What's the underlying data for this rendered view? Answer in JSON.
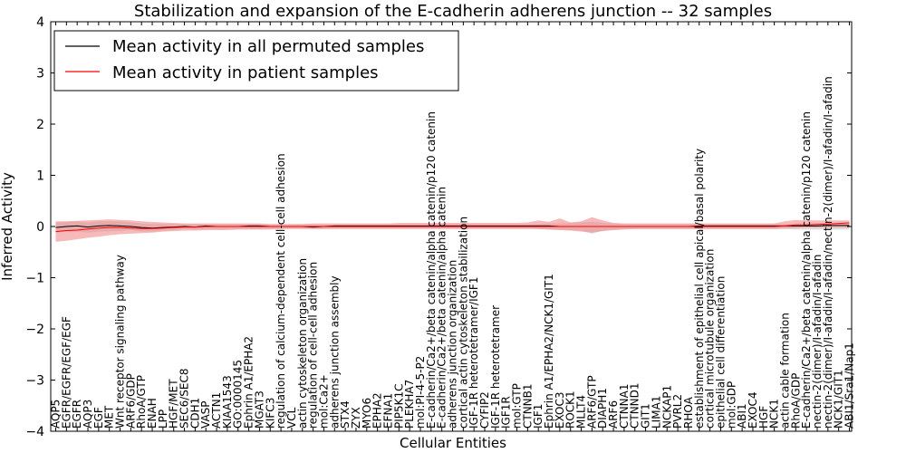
{
  "chart_data": {
    "type": "line",
    "title": "Stabilization and expansion of the E-cadherin adherens junction -- 32 samples",
    "xlabel": "Cellular Entities",
    "ylabel": "Inferred Activity",
    "ylim": [
      -4,
      4
    ],
    "yticks": [
      "−4",
      "−3",
      "−2",
      "−1",
      "0",
      "1",
      "2",
      "3",
      "4"
    ],
    "grid": false,
    "legend_position": "top-left",
    "categories": [
      "AQP5",
      "EGFR/EGFR/EGF/EGF",
      "EGFR",
      "AQP3",
      "EGF",
      "MET",
      "Wnt receptor signaling pathway",
      "ARF6/GDP",
      "RhoA/GTP",
      "ENAH",
      "LPP",
      "HGF/MET",
      "SEC6/SEC8",
      "CDH1",
      "VASP",
      "ACTN1",
      "KIAA1543",
      "GO:0000145",
      "Ephrin A1/EPHA2",
      "MGAT3",
      "KIFC3",
      "regulation of calcium-dependent cell-cell adhesion",
      "VCL",
      "actin cytoskeleton organization",
      "regulation of cell-cell adhesion",
      "mol:Ca2+",
      "adherens junction assembly",
      "STX4",
      "ZYX",
      "MYO6",
      "EPHA2",
      "EFNA1",
      "PIP5K1C",
      "PLEKHA7",
      "mol:PI-4-5-P2",
      "E-cadherin/Ca2+/beta catenin/alpha catenin/p120 catenin",
      "E-cadherin/Ca2+/beta catenin/alpha catenin",
      "adherens junction organization",
      "cortical actin cytoskeleton stabilization",
      "IGF-1R heterotetramer/IGF1",
      "CYFIP2",
      "IGF-1R heterotetramer",
      "IGF1R",
      "mol:GTP",
      "CTNNB1",
      "IGF1",
      "Ephrin A1/EPHA2/NCK1/GIT1",
      "EXOC3",
      "ROCK1",
      "MLLT4",
      "ARF6/GTP",
      "DIAPH1",
      "ARF6",
      "CTNNA1",
      "CTNND1",
      "GIT1",
      "LIMA1",
      "NCKAP1",
      "PVRL2",
      "RHOA",
      "establishment of epithelial cell apical/basal polarity",
      "cortical microtubule organization",
      "epithelial cell differentiation",
      "mol:GDP",
      "ABI1",
      "EXOC4",
      "HGF",
      "NCK1",
      "actin cable formation",
      "RhoA/GDP",
      "E-cadherin/Ca2+/beta catenin/alpha catenin/p120 catenin",
      "nectin-2(dimer)/I-afadin/I-afadin",
      "nectin-2(dimer)/I-afadin/I-afadin/nectin-2(dimer)/I-afadin/I-afadin",
      "NCK1/GIT1",
      "ABI1/Sra1/Nap1"
    ],
    "series": [
      {
        "name": "Mean activity in all permuted samples",
        "color": "#000000",
        "band_color": "#bbbbbb",
        "values": [
          -0.02,
          0.0,
          0.01,
          -0.01,
          0.01,
          0.02,
          0.01,
          0.0,
          -0.02,
          -0.03,
          -0.02,
          -0.01,
          0.0,
          -0.01,
          0.01,
          0.0,
          0.0,
          0.0,
          0.01,
          0.01,
          0.0,
          0.0,
          0.0,
          0.0,
          -0.01,
          0.0,
          0.01,
          0.01,
          0.01,
          0.01,
          0.01,
          0.01,
          0.01,
          0.01,
          0.01,
          0.01,
          0.01,
          0.01,
          0.01,
          0.01,
          0.01,
          0.01,
          0.01,
          0.01,
          0.01,
          0.01,
          0.01,
          0.0,
          0.0,
          0.0,
          0.0,
          0.0,
          0.0,
          0.0,
          0.0,
          0.0,
          0.0,
          0.0,
          0.0,
          0.0,
          0.01,
          0.01,
          0.01,
          0.01,
          0.01,
          0.01,
          0.01,
          0.01,
          0.01,
          0.01,
          0.01,
          0.01,
          0.02,
          0.02,
          0.02
        ],
        "lower": [
          -0.12,
          -0.1,
          -0.1,
          -0.12,
          -0.1,
          -0.09,
          -0.09,
          -0.07,
          -0.1,
          -0.1,
          -0.08,
          -0.07,
          -0.05,
          -0.06,
          -0.05,
          -0.05,
          -0.05,
          -0.05,
          -0.05,
          -0.05,
          -0.04,
          -0.04,
          -0.04,
          -0.04,
          -0.05,
          -0.05,
          -0.04,
          -0.04,
          -0.04,
          -0.04,
          -0.04,
          -0.04,
          -0.04,
          -0.04,
          -0.04,
          -0.04,
          -0.04,
          -0.04,
          -0.04,
          -0.04,
          -0.04,
          -0.04,
          -0.04,
          -0.04,
          -0.04,
          -0.05,
          -0.06,
          -0.06,
          -0.07,
          -0.08,
          -0.14,
          -0.08,
          -0.06,
          -0.05,
          -0.05,
          -0.05,
          -0.05,
          -0.05,
          -0.05,
          -0.05,
          -0.05,
          -0.05,
          -0.05,
          -0.05,
          -0.05,
          -0.05,
          -0.05,
          -0.05,
          -0.05,
          -0.06,
          -0.06,
          -0.06,
          -0.06,
          -0.06,
          -0.06
        ],
        "upper": [
          0.08,
          0.09,
          0.1,
          0.08,
          0.1,
          0.1,
          0.1,
          0.08,
          0.06,
          0.05,
          0.05,
          0.05,
          0.05,
          0.05,
          0.05,
          0.05,
          0.05,
          0.05,
          0.05,
          0.05,
          0.04,
          0.04,
          0.04,
          0.04,
          0.04,
          0.04,
          0.04,
          0.04,
          0.04,
          0.04,
          0.04,
          0.04,
          0.04,
          0.04,
          0.04,
          0.04,
          0.04,
          0.04,
          0.04,
          0.04,
          0.04,
          0.04,
          0.04,
          0.04,
          0.04,
          0.05,
          0.06,
          0.06,
          0.07,
          0.08,
          0.09,
          0.07,
          0.06,
          0.05,
          0.05,
          0.05,
          0.05,
          0.05,
          0.05,
          0.05,
          0.05,
          0.05,
          0.05,
          0.05,
          0.05,
          0.05,
          0.05,
          0.05,
          0.05,
          0.06,
          0.06,
          0.06,
          0.06,
          0.06,
          0.06
        ]
      },
      {
        "name": "Mean activity in patient samples",
        "color": "#ff0000",
        "band_color": "#f08080",
        "values": [
          -0.1,
          -0.08,
          -0.07,
          -0.05,
          -0.03,
          -0.02,
          -0.02,
          -0.03,
          -0.04,
          -0.04,
          -0.03,
          -0.02,
          -0.01,
          -0.01,
          0.0,
          0.0,
          0.0,
          0.0,
          0.0,
          0.0,
          0.0,
          0.0,
          0.0,
          0.0,
          0.0,
          0.0,
          0.0,
          0.0,
          0.0,
          0.0,
          0.0,
          0.0,
          0.0,
          0.0,
          0.0,
          0.0,
          0.0,
          0.0,
          0.0,
          0.0,
          0.0,
          0.0,
          0.0,
          0.0,
          0.0,
          0.0,
          0.0,
          0.0,
          0.0,
          0.0,
          0.0,
          0.0,
          0.0,
          0.0,
          0.0,
          0.0,
          0.0,
          0.0,
          0.0,
          0.0,
          0.0,
          0.0,
          0.0,
          0.0,
          0.0,
          0.0,
          0.0,
          0.0,
          0.01,
          0.03,
          0.03,
          0.04,
          0.05,
          0.06,
          0.07
        ],
        "lower": [
          -0.3,
          -0.28,
          -0.25,
          -0.22,
          -0.2,
          -0.17,
          -0.15,
          -0.14,
          -0.13,
          -0.12,
          -0.1,
          -0.09,
          -0.08,
          -0.08,
          -0.07,
          -0.07,
          -0.07,
          -0.06,
          -0.06,
          -0.06,
          -0.06,
          -0.05,
          -0.05,
          -0.05,
          -0.05,
          -0.05,
          -0.05,
          -0.05,
          -0.05,
          -0.05,
          -0.05,
          -0.05,
          -0.05,
          -0.05,
          -0.05,
          -0.05,
          -0.05,
          -0.05,
          -0.05,
          -0.05,
          -0.05,
          -0.05,
          -0.05,
          -0.05,
          -0.05,
          -0.05,
          -0.06,
          -0.07,
          -0.08,
          -0.1,
          -0.12,
          -0.09,
          -0.07,
          -0.06,
          -0.05,
          -0.05,
          -0.05,
          -0.05,
          -0.05,
          -0.05,
          -0.05,
          -0.05,
          -0.05,
          -0.05,
          -0.05,
          -0.05,
          -0.05,
          -0.05,
          -0.04,
          -0.03,
          -0.02,
          -0.02,
          -0.02,
          -0.02,
          -0.02
        ],
        "upper": [
          0.1,
          0.1,
          0.11,
          0.12,
          0.13,
          0.14,
          0.13,
          0.12,
          0.1,
          0.09,
          0.08,
          0.07,
          0.06,
          0.06,
          0.06,
          0.06,
          0.06,
          0.06,
          0.06,
          0.06,
          0.05,
          0.05,
          0.05,
          0.05,
          0.06,
          0.06,
          0.06,
          0.06,
          0.06,
          0.06,
          0.06,
          0.06,
          0.07,
          0.07,
          0.07,
          0.07,
          0.07,
          0.07,
          0.07,
          0.07,
          0.07,
          0.07,
          0.07,
          0.07,
          0.08,
          0.12,
          0.09,
          0.16,
          0.08,
          0.1,
          0.18,
          0.12,
          0.07,
          0.06,
          0.06,
          0.06,
          0.06,
          0.06,
          0.06,
          0.06,
          0.06,
          0.06,
          0.06,
          0.06,
          0.06,
          0.06,
          0.06,
          0.06,
          0.1,
          0.13,
          0.12,
          0.12,
          0.12,
          0.12,
          0.12
        ]
      }
    ]
  }
}
